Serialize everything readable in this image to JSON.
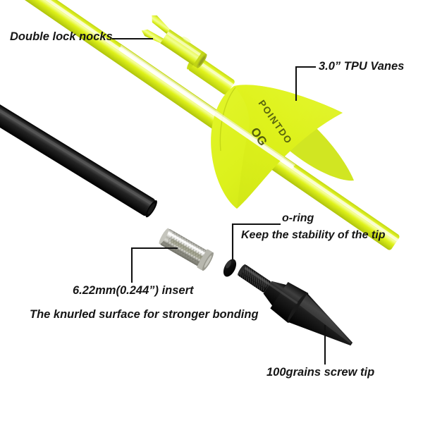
{
  "diagram": {
    "title": "Archery arrow exploded component diagram",
    "background_color": "#ffffff",
    "callouts": [
      {
        "id": "nock",
        "label": "Double lock nocks"
      },
      {
        "id": "vanes",
        "label": "3.0” TPU Vanes"
      },
      {
        "id": "oring",
        "label": "o-ring"
      },
      {
        "id": "oring_sub",
        "label": "Keep the stability of the tip"
      },
      {
        "id": "insert",
        "label": "6.22mm(0.244”) insert"
      },
      {
        "id": "insert_sub",
        "label": "The knurled surface for stronger bonding"
      },
      {
        "id": "tip",
        "label": "100grains screw tip"
      }
    ],
    "parts": [
      {
        "id": "nock",
        "name": "Double lock nock",
        "color": "#d7ee28"
      },
      {
        "id": "fletched",
        "name": "Fletched yellow arrow shaft with vanes",
        "color": "#dff21a"
      },
      {
        "id": "vane",
        "name": "TPU vane",
        "color": "#d8ef22"
      },
      {
        "id": "shaft_black",
        "name": "Carbon arrow shaft",
        "color": "#111111"
      },
      {
        "id": "insert",
        "name": "Knurled insert",
        "color": "#c9c9c4"
      },
      {
        "id": "oring",
        "name": "O-ring",
        "color": "#0d0d0d"
      },
      {
        "id": "screw_tip",
        "name": "100 grain screw tip",
        "color": "#141414"
      }
    ],
    "brand": {
      "vane_text": "POINTDO",
      "vane_logo": "OG"
    },
    "colors": {
      "yellow": "#dff21a",
      "yellow_dark": "#b9cc12",
      "yellow_light": "#eafb6a",
      "black": "#111111",
      "silver": "#cfcfca",
      "silver_dark": "#8f8f88",
      "text": "#161616",
      "leader": "#111111"
    }
  }
}
